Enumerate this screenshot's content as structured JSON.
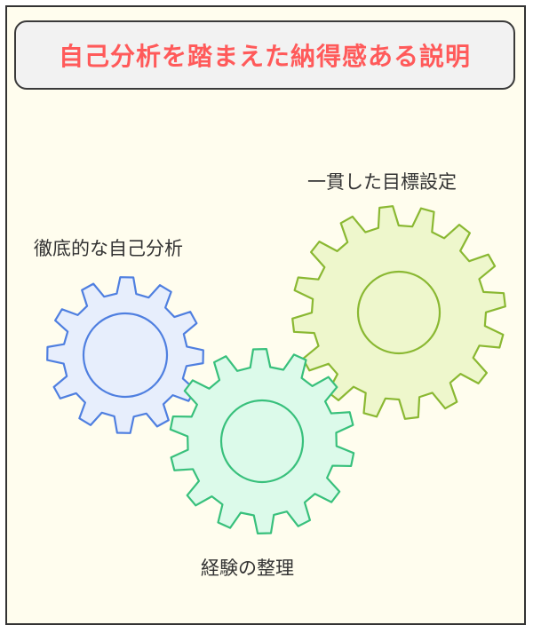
{
  "title": "自己分析を踏まえた納得感ある説明",
  "gears": [
    {
      "id": "self-analysis",
      "label": "徹底的な自己分析",
      "fill": "#e7eefc",
      "stroke": "#4f7fe0"
    },
    {
      "id": "consistent-goal",
      "label": "一貫した目標設定",
      "fill": "#eef7cc",
      "stroke": "#8ab832"
    },
    {
      "id": "experience",
      "label": "経験の整理",
      "fill": "#dcfaea",
      "stroke": "#38c07c"
    }
  ],
  "colors": {
    "background": "#fffdee",
    "title_text": "#ff5a5a",
    "title_box": "#f2f2f2",
    "border": "#333333"
  }
}
